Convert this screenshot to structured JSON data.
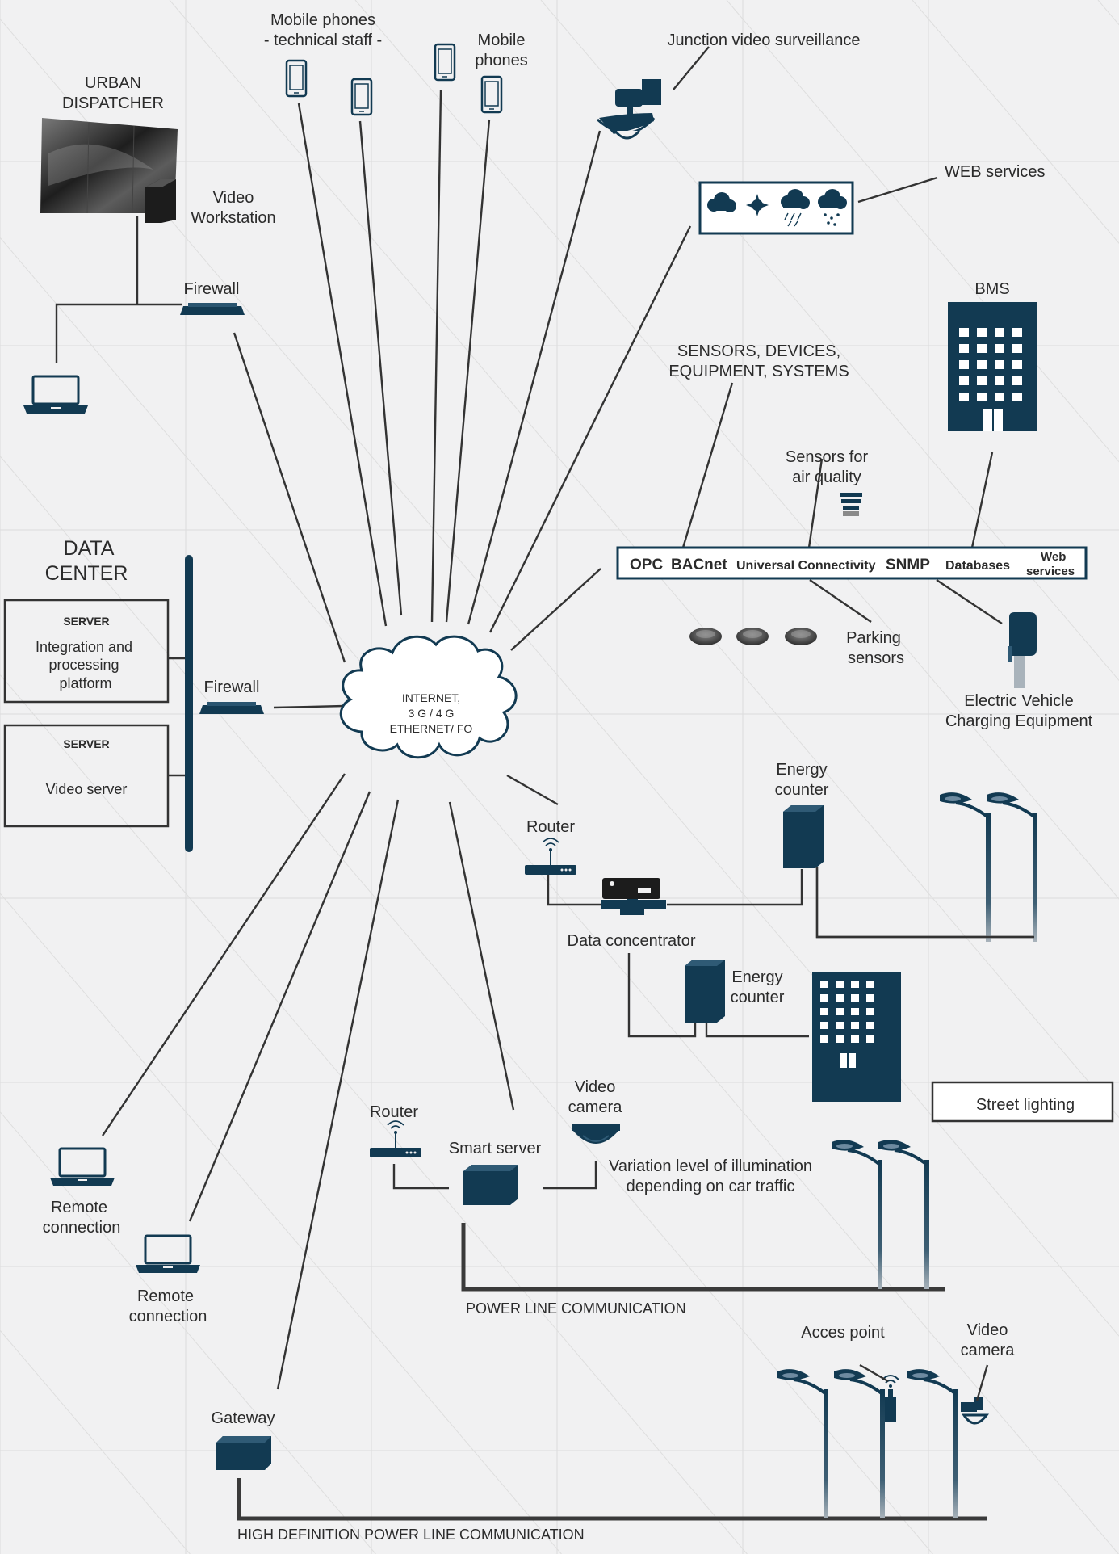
{
  "labels": {
    "mobile_staff": [
      "Mobile phones",
      "- technical staff -"
    ],
    "mobile_phones": [
      "Mobile",
      "phones"
    ],
    "junction": "Junction video surveillance",
    "urban_dispatcher": [
      "URBAN",
      "DISPATCHER"
    ],
    "video_workstation": [
      "Video",
      "Workstation"
    ],
    "web_services": "WEB services",
    "firewall_top": "Firewall",
    "bms": "BMS",
    "sensors_devices": [
      "SENSORS, DEVICES,",
      "EQUIPMENT, SYSTEMS"
    ],
    "air_quality": [
      "Sensors for",
      "air quality"
    ],
    "data_center": [
      "DATA",
      "CENTER"
    ],
    "server1_head": "SERVER",
    "server1_body": [
      "Integration and",
      "processing",
      "platform"
    ],
    "server2_head": "SERVER",
    "server2_body": "Video server",
    "firewall_dc": "Firewall",
    "cloud": [
      "INTERNET,",
      "3 G / 4 G",
      "ETHERNET/ FO"
    ],
    "parking": [
      "Parking",
      "sensors"
    ],
    "ev_charging": [
      "Electric Vehicle",
      "Charging Equipment"
    ],
    "energy_counter_1": [
      "Energy",
      "counter"
    ],
    "router_1": "Router",
    "data_concentrator": "Data concentrator",
    "energy_counter_2": [
      "Energy",
      "counter"
    ],
    "street_lighting": "Street lighting",
    "video_camera_1": [
      "Video",
      "camera"
    ],
    "router_2": "Router",
    "smart_server": "Smart server",
    "variation": [
      "Variation level of illumination",
      "depending on car traffic"
    ],
    "remote_1": [
      "Remote",
      "connection"
    ],
    "remote_2": [
      "Remote",
      "connection"
    ],
    "plc": "POWER LINE COMMUNICATION",
    "access_point": "Acces point",
    "video_camera_2": [
      "Video",
      "camera"
    ],
    "gateway": "Gateway",
    "hdplc": "HIGH DEFINITION POWER LINE COMMUNICATION"
  },
  "protocols": [
    "OPC",
    "BACnet",
    "Universal Connectivity",
    "SNMP",
    "Databases",
    "Web",
    "services"
  ],
  "icons": {
    "phone": "smartphone-icon",
    "camera": "ptz-camera-icon",
    "monitor": "video-wall-icon",
    "workstation": "workstation-icon",
    "firewall": "firewall-icon",
    "laptop": "laptop-icon",
    "weather": "weather-icon",
    "building": "building-icon",
    "cloud": "cloud-icon",
    "parking": "parking-sensor-icon",
    "ev": "ev-charger-icon",
    "router": "router-icon",
    "concentrator": "data-concentrator-icon",
    "meter": "energy-meter-icon",
    "streetlight": "streetlight-icon",
    "dome": "dome-camera-icon",
    "server": "smart-server-icon",
    "gateway": "gateway-icon",
    "access_point": "access-point-icon"
  },
  "colors": {
    "navy": "#123a52",
    "background": "#f1f1f2",
    "line": "#333333"
  }
}
